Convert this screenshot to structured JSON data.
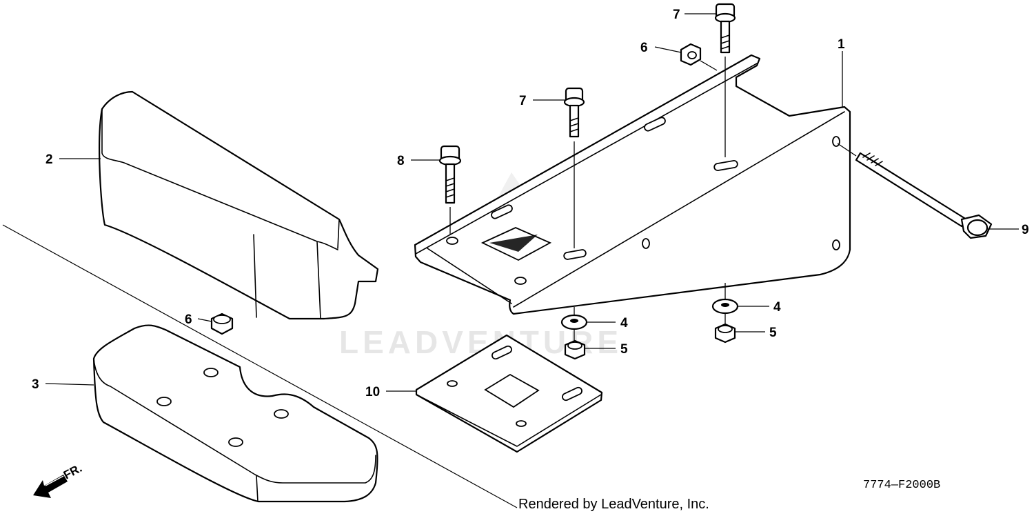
{
  "diagram": {
    "callouts": [
      "1",
      "2",
      "3",
      "4",
      "4",
      "5",
      "5",
      "6",
      "6",
      "7",
      "7",
      "8",
      "9",
      "10"
    ],
    "watermark": "LEADVENTURE",
    "drawing_code": "7774—F2000B",
    "credit": "Rendered by LeadVenture, Inc.",
    "direction_label": "FR."
  }
}
